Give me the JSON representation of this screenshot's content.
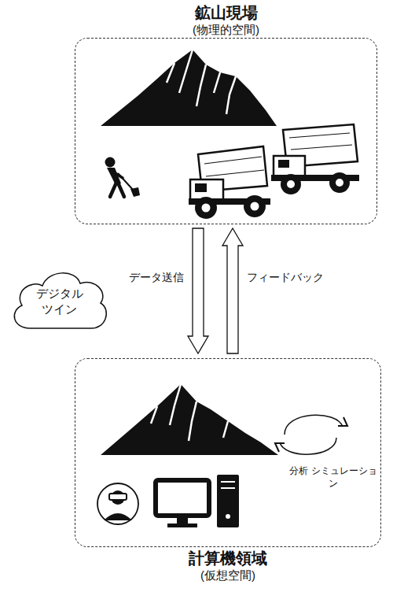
{
  "diagram": {
    "nodes": [
      {
        "text": [
          "鉱山現場",
          "(物理的空間)"
        ]
      },
      {
        "text": [
          "デジタル ツイン"
        ]
      },
      {
        "text": [
          "計算機領域",
          "(仮想空間)"
        ]
      }
    ],
    "edges": [
      {
        "from": 0,
        "to": 2,
        "label": "データ送信",
        "arrow": "to"
      },
      {
        "from": 2,
        "to": 0,
        "label": "フィードバック",
        "arrow": "to"
      }
    ],
    "labels": [
      "分析 シミュレーション"
    ]
  }
}
